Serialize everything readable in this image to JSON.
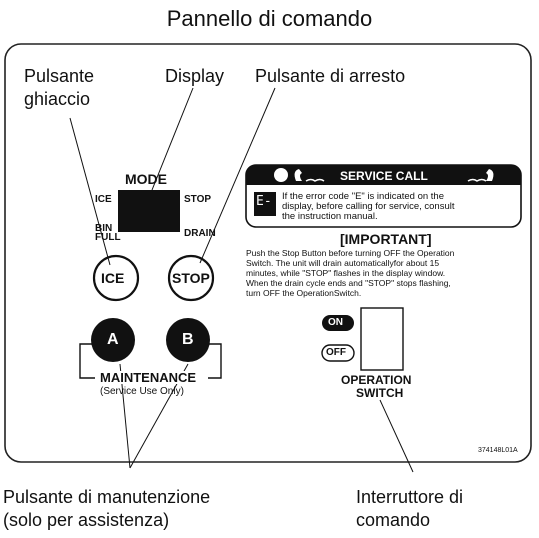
{
  "title": "Pannello di comando",
  "callouts": {
    "ice_button_line1": "Pulsante",
    "ice_button_line2": "ghiaccio",
    "display": "Display",
    "stop_button": "Pulsante di arresto",
    "maintenance_line1": "Pulsante di manutenzione",
    "maintenance_line2": "(solo per assistenza)",
    "switch_line1": "Interruttore di",
    "switch_line2": "comando"
  },
  "panel": {
    "mode_label": "MODE",
    "ice_label": "ICE",
    "stop_label": "STOP",
    "bin_label": "BIN",
    "full_label": "FULL",
    "drain_label": "DRAIN",
    "ice_button": "ICE",
    "stop_button": "STOP",
    "a_button": "A",
    "b_button": "B",
    "maintenance_label": "MAINTENANCE",
    "service_use_only": "(Service Use Only)",
    "service_call_title": "SERVICE CALL",
    "service_call_text_1": "If the error code \"E\" is indicated on the",
    "service_call_text_2": "display, before calling for service, consult",
    "service_call_text_3": "the instruction manual.",
    "important_title": "[IMPORTANT]",
    "important_text_1": "Push the Stop Button before turning OFF the Operation",
    "important_text_2": "Switch. The unit will drain automaticallyfor about 15",
    "important_text_3": "minutes, while \"STOP\" flashes in the display window.",
    "important_text_4": "When the drain cycle ends and \"STOP\" stops flashing,",
    "important_text_5": "turn OFF the OperationSwitch.",
    "on_label": "ON",
    "off_label": "OFF",
    "operation_switch_1": "OPERATION",
    "operation_switch_2": "SWITCH",
    "part_number": "374148L01A",
    "error_code_glyph": "E-"
  }
}
